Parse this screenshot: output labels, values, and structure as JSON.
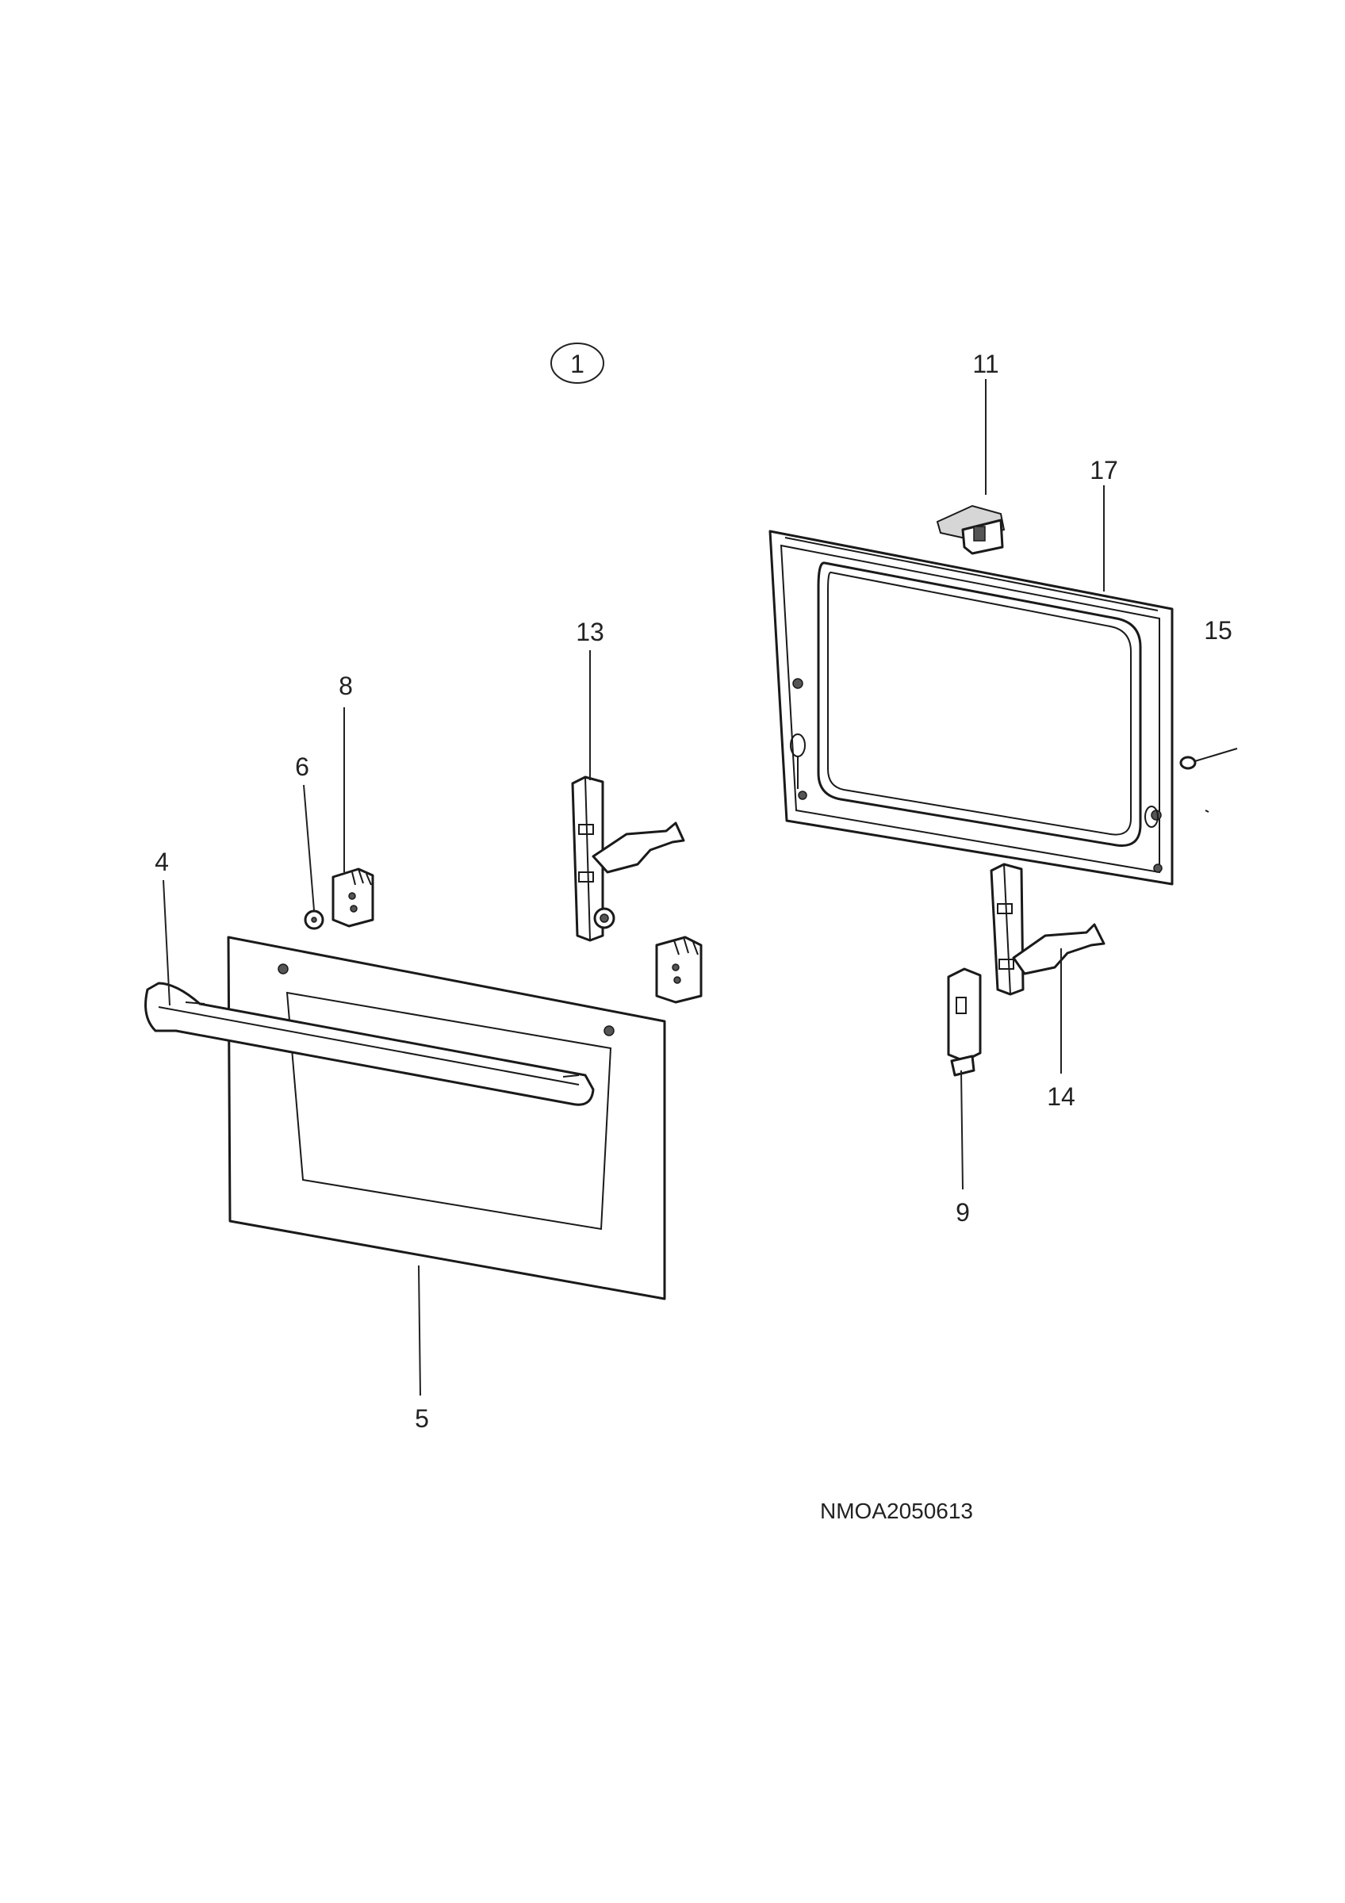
{
  "assembly_marker": "1",
  "drawing_code": "NMOA2050613",
  "callouts": [
    {
      "id": "4",
      "label": "4"
    },
    {
      "id": "5",
      "label": "5"
    },
    {
      "id": "6",
      "label": "6"
    },
    {
      "id": "8",
      "label": "8"
    },
    {
      "id": "9",
      "label": "9"
    },
    {
      "id": "11",
      "label": "11"
    },
    {
      "id": "13",
      "label": "13"
    },
    {
      "id": "14",
      "label": "14"
    },
    {
      "id": "15",
      "label": "15"
    },
    {
      "id": "17",
      "label": "17"
    }
  ]
}
